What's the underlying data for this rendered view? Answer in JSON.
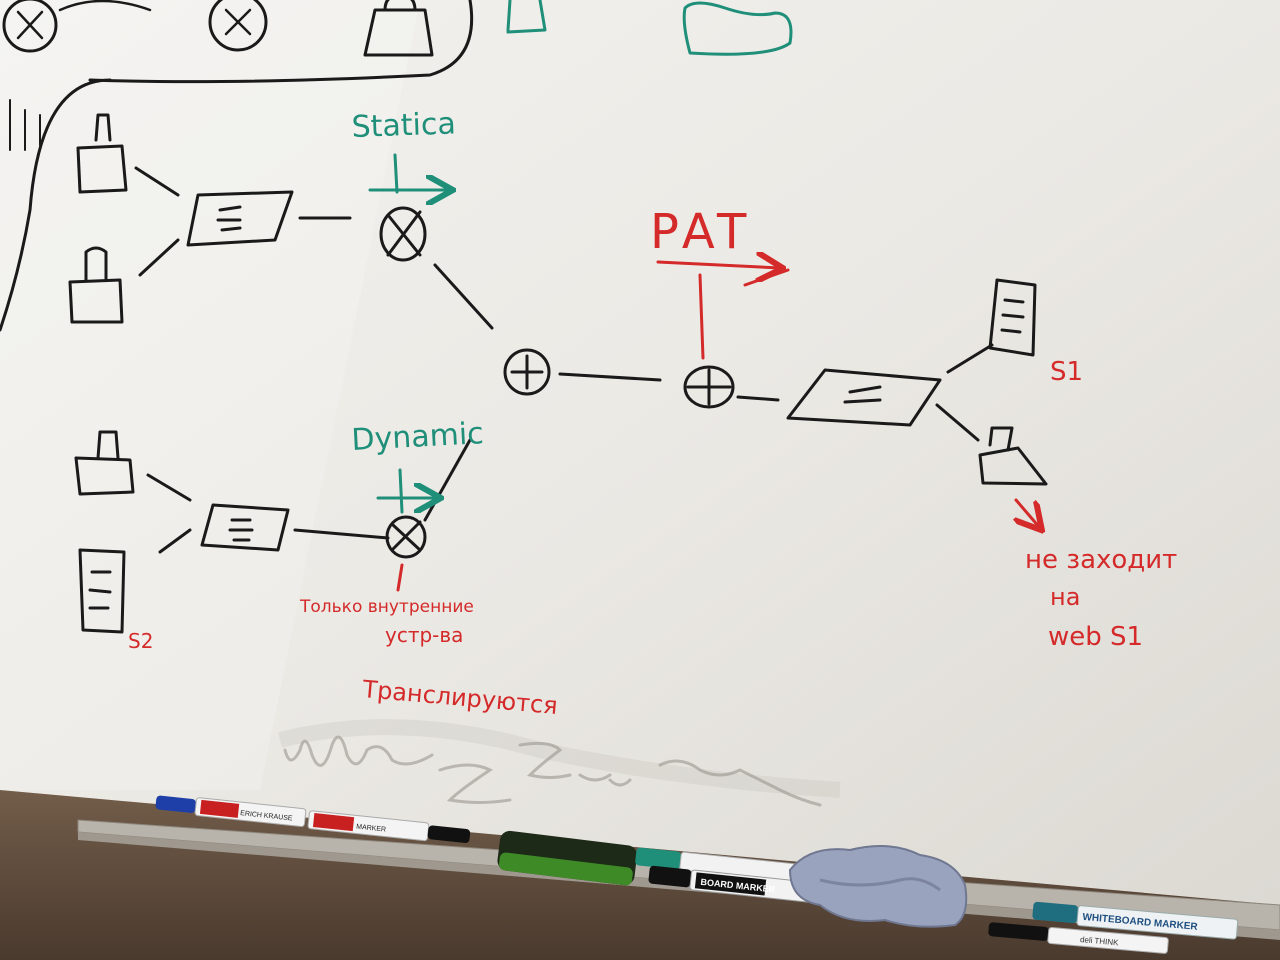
{
  "colors": {
    "board": "#eceae6",
    "ink_black": "#1a1a1a",
    "ink_teal": "#1f8f7a",
    "ink_red": "#d42a2a",
    "tray": "#b9b4ab",
    "wood": "#6b5a4a"
  },
  "labels": {
    "statica": "Statica",
    "dynamic": "Dynamic",
    "pat": "PAT",
    "s1_server": "S1",
    "s2_server": "S2",
    "note_internal_line1": "Только внутренние",
    "note_internal_line2": "устр-ва",
    "note_internal_line3": "Транслируются",
    "note_no_access_line1": "не заходит",
    "note_no_access_line2": "на",
    "note_no_access_line3": "web S1"
  },
  "markers": {
    "marker_1": "ERICH KRAUSE",
    "marker_2": "MARKER",
    "marker_3": "BOARD MARKER",
    "marker_4": "WHITEBOARD MARKER",
    "marker_5": "deli THINK"
  },
  "icons": {
    "router": "router-icon",
    "switch": "switch-icon",
    "pc": "pc-icon",
    "server": "server-icon"
  }
}
